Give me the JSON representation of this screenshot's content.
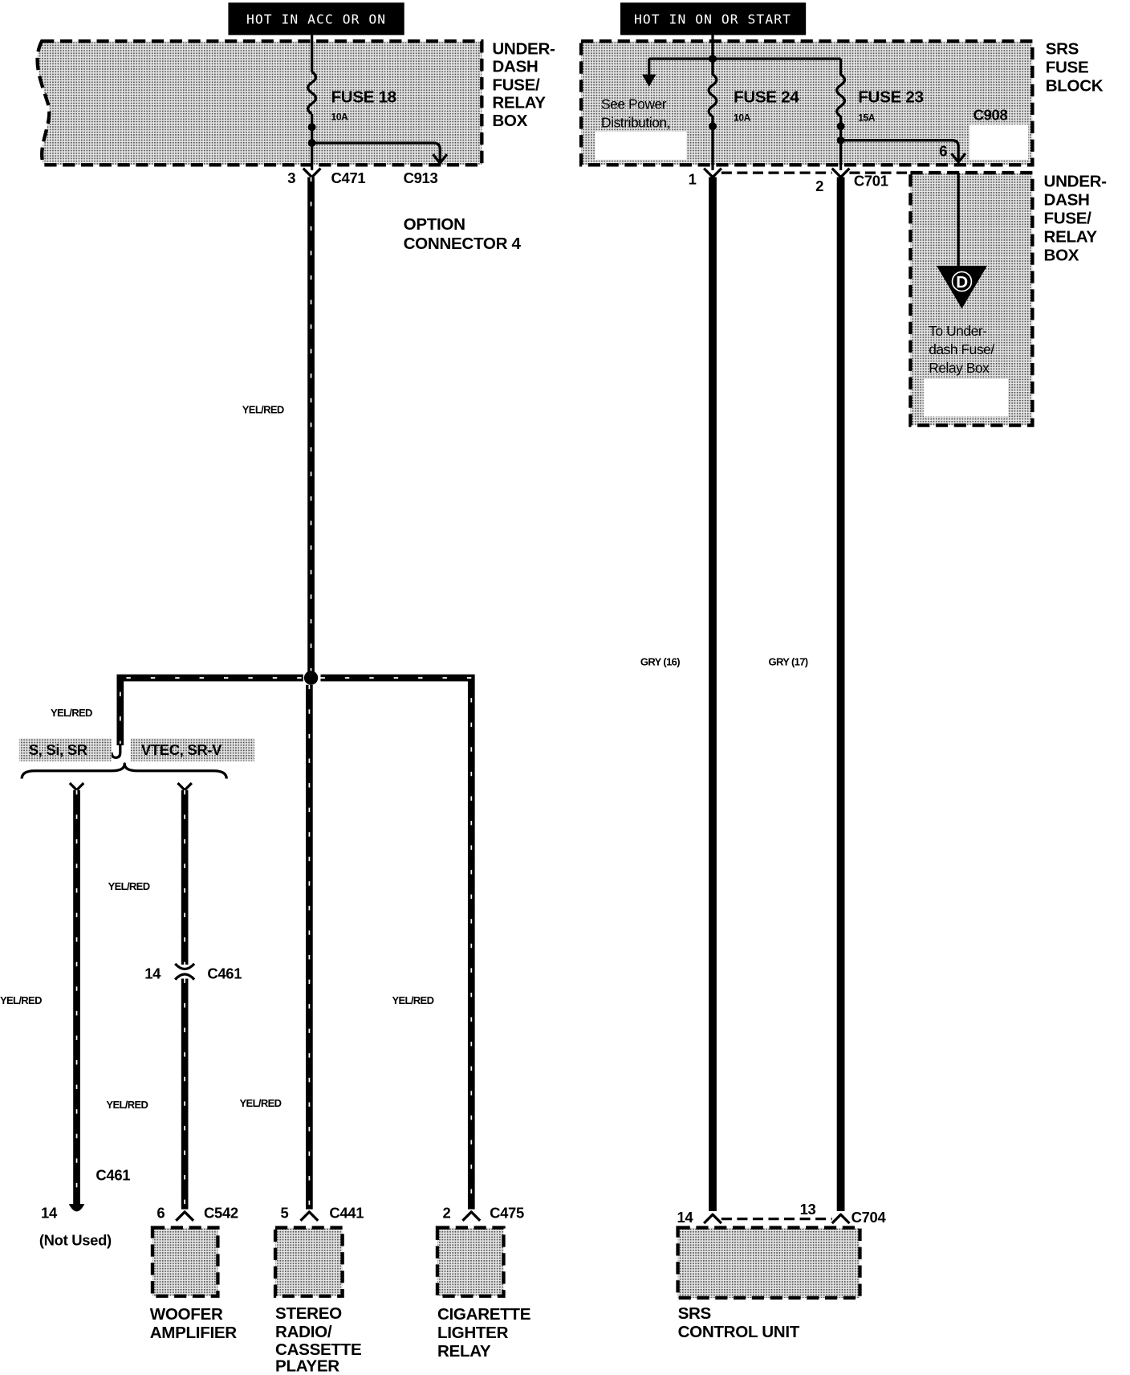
{
  "headers": {
    "left": "HOT IN ACC OR ON",
    "right": "HOT IN ON OR START"
  },
  "underdash_box_left": {
    "label": [
      "UNDER-",
      "DASH",
      "FUSE/",
      "RELAY",
      "BOX"
    ],
    "fuse_name": "FUSE 18",
    "fuse_rating": "10A"
  },
  "c471": {
    "pin": "3",
    "name": "C471"
  },
  "c913": {
    "name": "C913",
    "description": [
      "OPTION",
      "CONNECTOR 4"
    ]
  },
  "srs_fuse_block": {
    "label": [
      "SRS",
      "FUSE",
      "BLOCK"
    ],
    "note": [
      "See Power",
      "Distribution,"
    ],
    "fuse24_name": "FUSE 24",
    "fuse24_rating": "10A",
    "fuse23_name": "FUSE 23",
    "fuse23_rating": "15A",
    "connector": "C908",
    "connector_pin": "6"
  },
  "c701": {
    "pin1": "1",
    "pin2": "2",
    "name": "C701"
  },
  "underdash_box_right": {
    "label": [
      "UNDER-",
      "DASH",
      "FUSE/",
      "RELAY",
      "BOX"
    ],
    "marker": "D",
    "note": [
      "To Under-",
      "dash Fuse/",
      "Relay Box"
    ]
  },
  "wires": {
    "main_left": "YEL/RED",
    "branch_option": "YEL/RED",
    "not_used_branch": "YEL/RED",
    "woofer_upper": "YEL/RED",
    "woofer_lower": "YEL/RED",
    "stereo": "YEL/RED",
    "cigarette": "YEL/RED",
    "srs_1": "GRY (16)",
    "srs_2": "GRY (17)"
  },
  "options": {
    "left": "S, Si, SR",
    "right": "VTEC, SR-V"
  },
  "c461_woofer": {
    "pin": "14",
    "name": "C461"
  },
  "c461_unused": {
    "pin": "14",
    "name": "C461",
    "note": "(Not Used)"
  },
  "c542": {
    "pin": "6",
    "name": "C542"
  },
  "c441": {
    "pin": "5",
    "name": "C441"
  },
  "c475": {
    "pin": "2",
    "name": "C475"
  },
  "c704": {
    "pin1": "14",
    "pin2": "13",
    "name": "C704"
  },
  "components": {
    "woofer": [
      "WOOFER",
      "AMPLIFIER"
    ],
    "stereo": [
      "STEREO",
      "RADIO/",
      "CASSETTE",
      "PLAYER"
    ],
    "cigarette": [
      "CIGARETTE",
      "LIGHTER",
      "RELAY"
    ],
    "srs": [
      "SRS",
      "CONTROL UNIT"
    ]
  }
}
